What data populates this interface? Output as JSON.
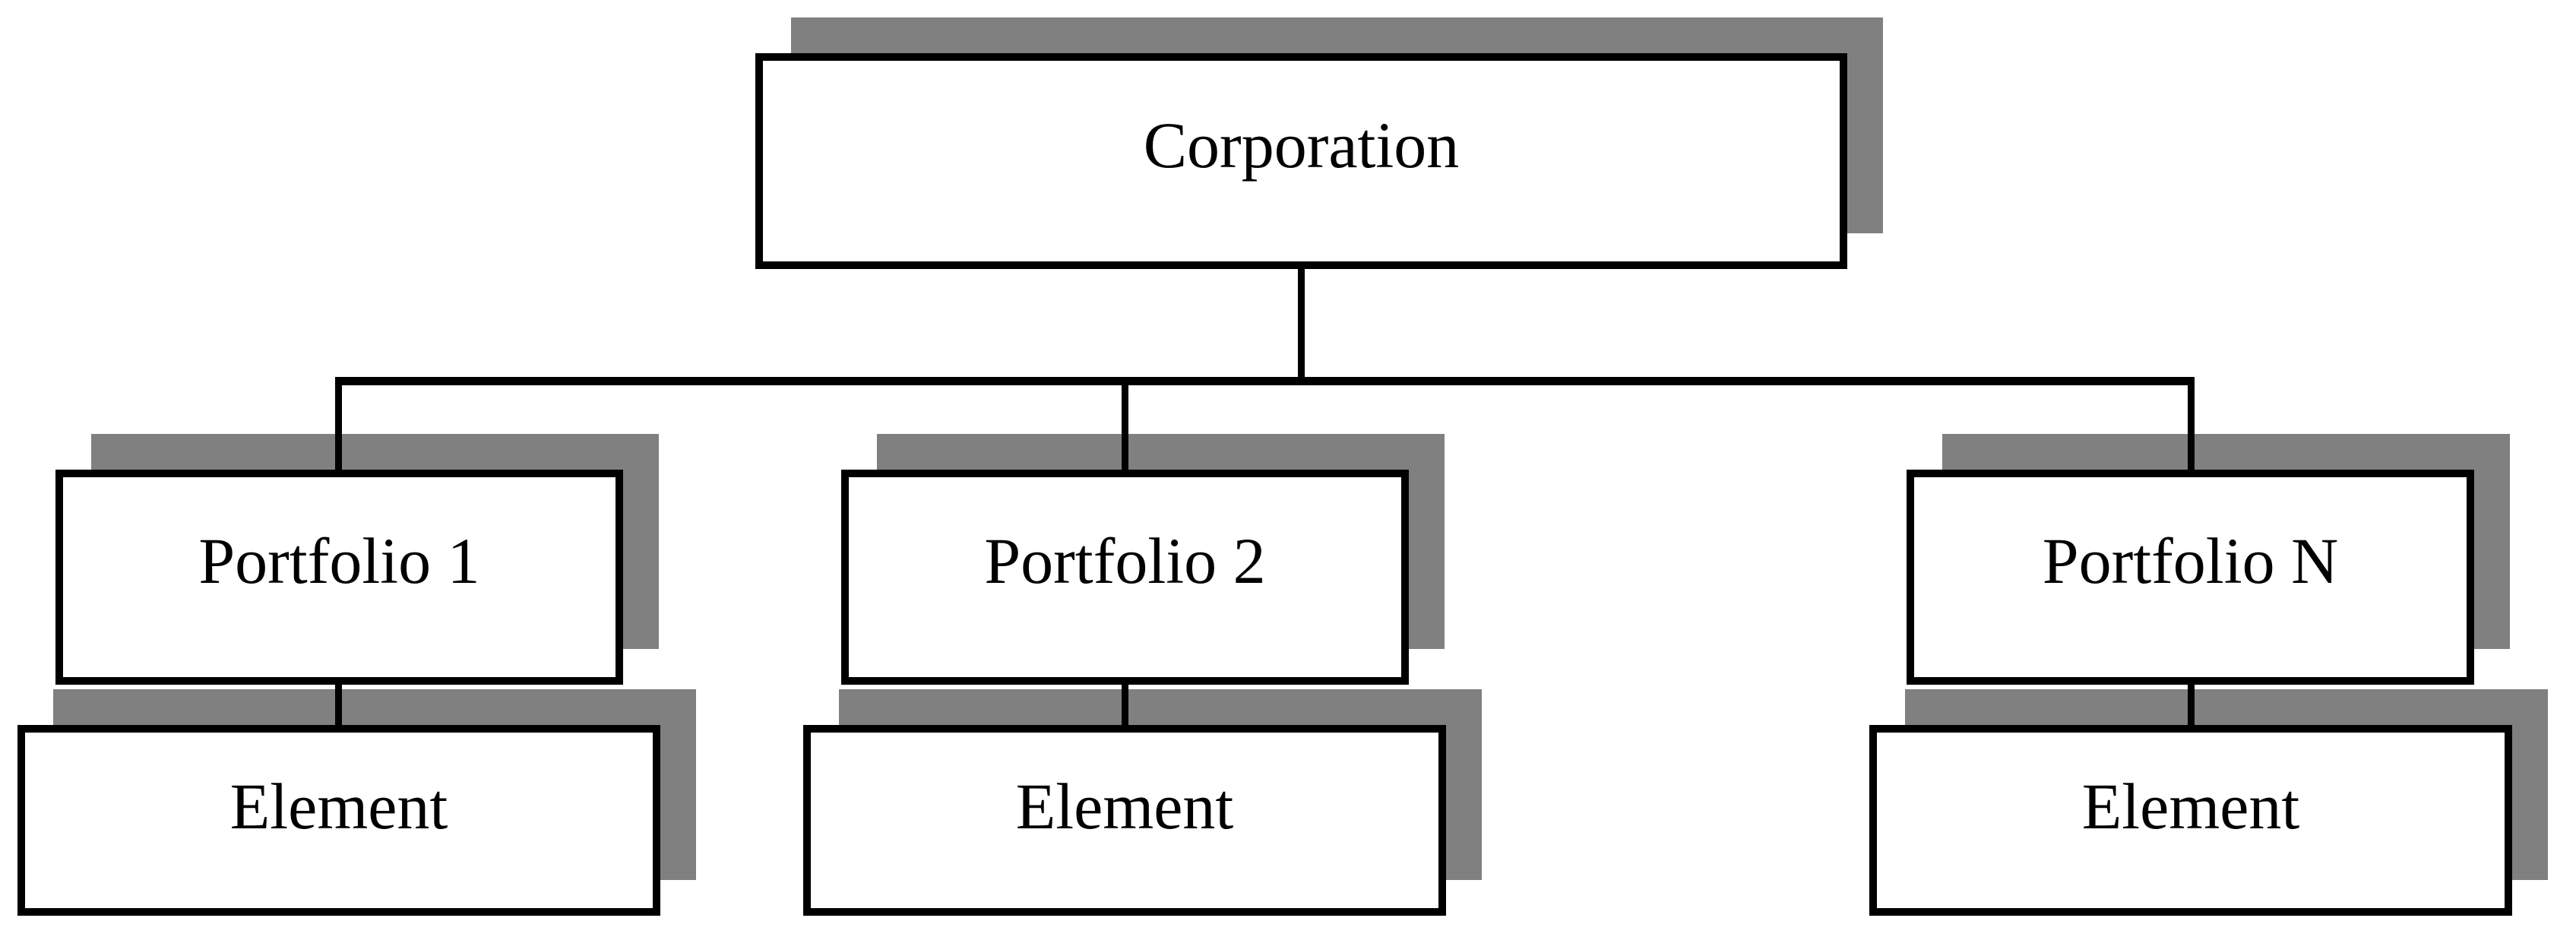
{
  "diagram": {
    "type": "org-chart",
    "background_color": "#ffffff",
    "box_border_color": "#000000",
    "box_fill_color": "#ffffff",
    "shadow_color": "#808080",
    "text_color": "#000000",
    "nodes": {
      "corporation": {
        "label": "Corporation"
      },
      "portfolio_1": {
        "label": "Portfolio 1"
      },
      "portfolio_2": {
        "label": "Portfolio 2"
      },
      "portfolio_n": {
        "label": "Portfolio N"
      },
      "element_1": {
        "label": "Element"
      },
      "element_2": {
        "label": "Element"
      },
      "element_3": {
        "label": "Element"
      }
    },
    "edges": [
      {
        "from": "Corporation",
        "to": "Portfolio 1"
      },
      {
        "from": "Corporation",
        "to": "Portfolio 2"
      },
      {
        "from": "Corporation",
        "to": "Portfolio N"
      },
      {
        "from": "Portfolio 1",
        "to": "Element"
      },
      {
        "from": "Portfolio 2",
        "to": "Element"
      },
      {
        "from": "Portfolio N",
        "to": "Element"
      }
    ]
  }
}
